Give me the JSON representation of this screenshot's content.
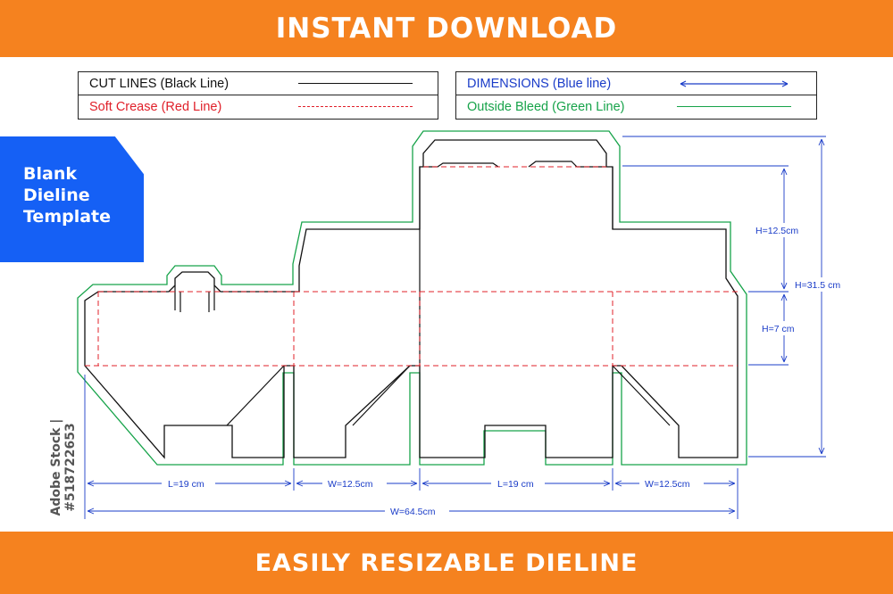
{
  "header": {
    "title": "INSTANT DOWNLOAD"
  },
  "footer": {
    "title": "EASILY RESIZABLE DIELINE"
  },
  "legend": {
    "cut_lines": "CUT LINES (Black Line)",
    "soft_crease": "Soft Crease (Red Line)",
    "dimensions": "DIMENSIONS (Blue line)",
    "outside_bleed": "Outside Bleed (Green Line)"
  },
  "tag": {
    "line1": "Blank",
    "line2": "Dieline",
    "line3": "Template"
  },
  "side_text": "Adobe Stock | #518722653",
  "dimensions": {
    "h_top": "H=12.5cm",
    "h_total": "H=31.5 cm",
    "h_mid": "H=7 cm",
    "l1": "L=19 cm",
    "w1": "W=12.5cm",
    "l2": "L=19 cm",
    "w2": "W=12.5cm",
    "w_total": "W=64.5cm"
  },
  "colors": {
    "banner": "#f5821f",
    "tag": "#1560f5",
    "cut": "#111111",
    "crease": "#e0202a",
    "dimension": "#1a3cc8",
    "bleed": "#17a34a"
  }
}
